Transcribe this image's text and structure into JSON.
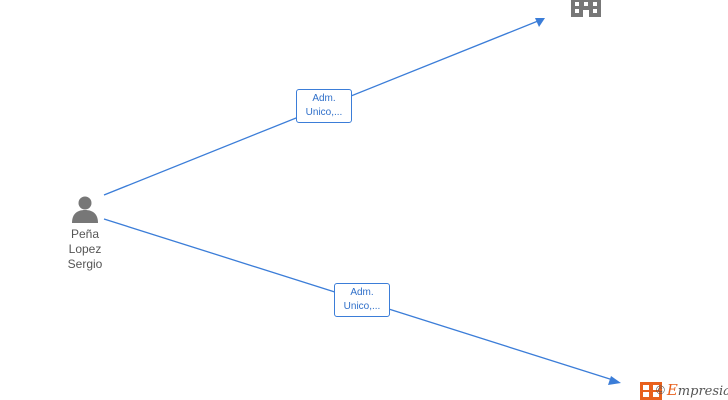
{
  "person": {
    "name_lines": [
      "Peña",
      "Lopez",
      "Sergio"
    ],
    "icon": "person-icon"
  },
  "companies": [
    {
      "icon": "building-icon",
      "name": ""
    },
    {
      "icon": "building-icon",
      "name": ""
    }
  ],
  "relations": [
    {
      "label_line1": "Adm.",
      "label_line2": "Unico,..."
    },
    {
      "label_line1": "Adm.",
      "label_line2": "Unico,..."
    }
  ],
  "brand": {
    "copyright": "©",
    "name_initial": "E",
    "name_rest": "mpresia"
  },
  "colors": {
    "edge": "#3b7dd8",
    "icon": "#777777",
    "brand_accent": "#e8601c"
  }
}
